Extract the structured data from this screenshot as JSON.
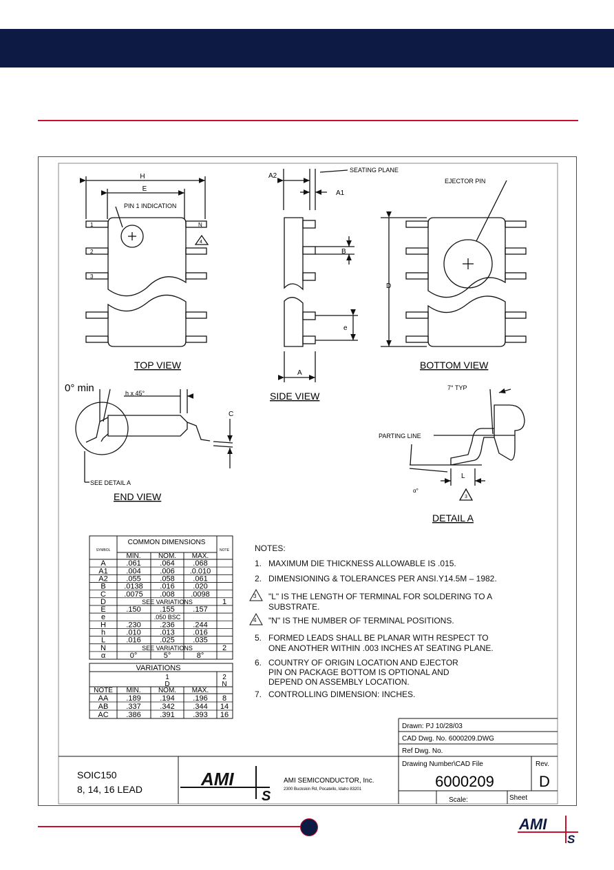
{
  "views": {
    "top": "TOP VIEW",
    "side": "SIDE VIEW",
    "bottom": "BOTTOM VIEW",
    "end": "END VIEW",
    "detail": "DETAIL A"
  },
  "labels": {
    "pin1": "PIN 1 INDICATION",
    "seating_plane": "SEATING PLANE",
    "ejector_pin": "EJECTOR PIN",
    "parting_line": "PARTING LINE",
    "see_detail": "SEE DETAIL A",
    "zero_min": "0° min",
    "chamfer": "h x 45°",
    "typ7": "7° TYP",
    "H": "H",
    "E": "E",
    "A2": "A2",
    "A1": "A1",
    "B": "B",
    "D": "D",
    "e": "e",
    "A": "A",
    "C": "C",
    "L": "L",
    "alpha": "α°",
    "pin_1": "1",
    "pin_2": "2",
    "pin_3": "3",
    "pin_N": "N",
    "tri4": "4",
    "tri3": "3"
  },
  "common_table": {
    "title": "COMMON DIMENSIONS",
    "symbol_header": "SYMBOL",
    "note_header": "NOTE",
    "cols": [
      "MIN.",
      "NOM.",
      "MAX."
    ],
    "rows": [
      [
        "A",
        ".061",
        ".064",
        ".068",
        ""
      ],
      [
        "A1",
        ".004",
        ".006",
        ".0.010",
        ""
      ],
      [
        "A2",
        ".055",
        ".058",
        ".061",
        ""
      ],
      [
        "B",
        ".0138",
        ".016",
        ".020",
        ""
      ],
      [
        "C",
        ".0075",
        ".008",
        ".0098",
        ""
      ],
      [
        "D",
        "SEE VARIATIONS",
        "",
        "",
        "1"
      ],
      [
        "E",
        ".150",
        ".155",
        ".157",
        ""
      ],
      [
        "e",
        ".050 BSC",
        "",
        "",
        ""
      ],
      [
        "H",
        ".230",
        ".236",
        ".244",
        ""
      ],
      [
        "h",
        ".010",
        ".013",
        ".016",
        ""
      ],
      [
        "L",
        ".016",
        ".025",
        ".035",
        ""
      ],
      [
        "N",
        "SEE VARIATIONS",
        "",
        "",
        "2"
      ],
      [
        "α",
        "0°",
        "5°",
        "8°",
        ""
      ]
    ]
  },
  "variations_table": {
    "title": "VARIATIONS",
    "sub_d": "D",
    "sub_1": "1",
    "sub_2": "2",
    "sub_n": "N",
    "cols": [
      "NOTE",
      "MIN.",
      "NOM.",
      "MAX.",
      ""
    ],
    "rows": [
      [
        "AA",
        ".189",
        ".194",
        ".196",
        "8"
      ],
      [
        "AB",
        ".337",
        ".342",
        ".344",
        "14"
      ],
      [
        "AC",
        ".386",
        ".391",
        ".393",
        "16"
      ]
    ]
  },
  "notes": {
    "title": "NOTES:",
    "items": [
      {
        "num": "1.",
        "text": "MAXIMUM DIE THICKNESS ALLOWABLE IS .015."
      },
      {
        "num": "2.",
        "text": "DIMENSIONING & TOLERANCES PER ANSI.Y14.5M – 1982."
      },
      {
        "num": "3",
        "text": "\"L\" IS THE LENGTH OF TERMINAL FOR SOLDERING TO A",
        "text2": "SUBSTRATE."
      },
      {
        "num": "4",
        "text": "\"N\" IS THE NUMBER OF TERMINAL POSITIONS."
      },
      {
        "num": "5.",
        "text": "FORMED LEADS SHALL BE PLANAR WITH RESPECT TO",
        "text2": "ONE ANOTHER WITHIN .003 INCHES AT SEATING PLANE."
      },
      {
        "num": "6.",
        "text": "COUNTRY OF ORIGIN LOCATION AND EJECTOR",
        "text2": "PIN ON PACKAGE BOTTOM IS OPTIONAL AND",
        "text3": "DEPEND ON ASSEMBLY LOCATION."
      },
      {
        "num": "7.",
        "text": "CONTROLLING DIMENSION: INCHES."
      }
    ]
  },
  "title_block": {
    "drawn": "Drawn:   PJ  10/28/03",
    "cad_dwg": "CAD Dwg. No. 6000209.DWG",
    "ref_dwg": "Ref Dwg. No.",
    "drawing_number_label": "Drawing Number\\CAD File",
    "rev_label": "Rev.",
    "drawing_number": "6000209",
    "rev": "D",
    "scale": "Scale:",
    "sheet": "Sheet",
    "package_line1": "SOIC150",
    "package_line2": "8, 14, 16 LEAD",
    "company": "AMI SEMICONDUCTOR, Inc.",
    "address": "2300 Buckskin Rd, Pocatello, Idaho 83201",
    "logo_main": "AMI",
    "logo_s": "S"
  },
  "colors": {
    "navy": "#0c1a44",
    "red": "#c8102e"
  }
}
